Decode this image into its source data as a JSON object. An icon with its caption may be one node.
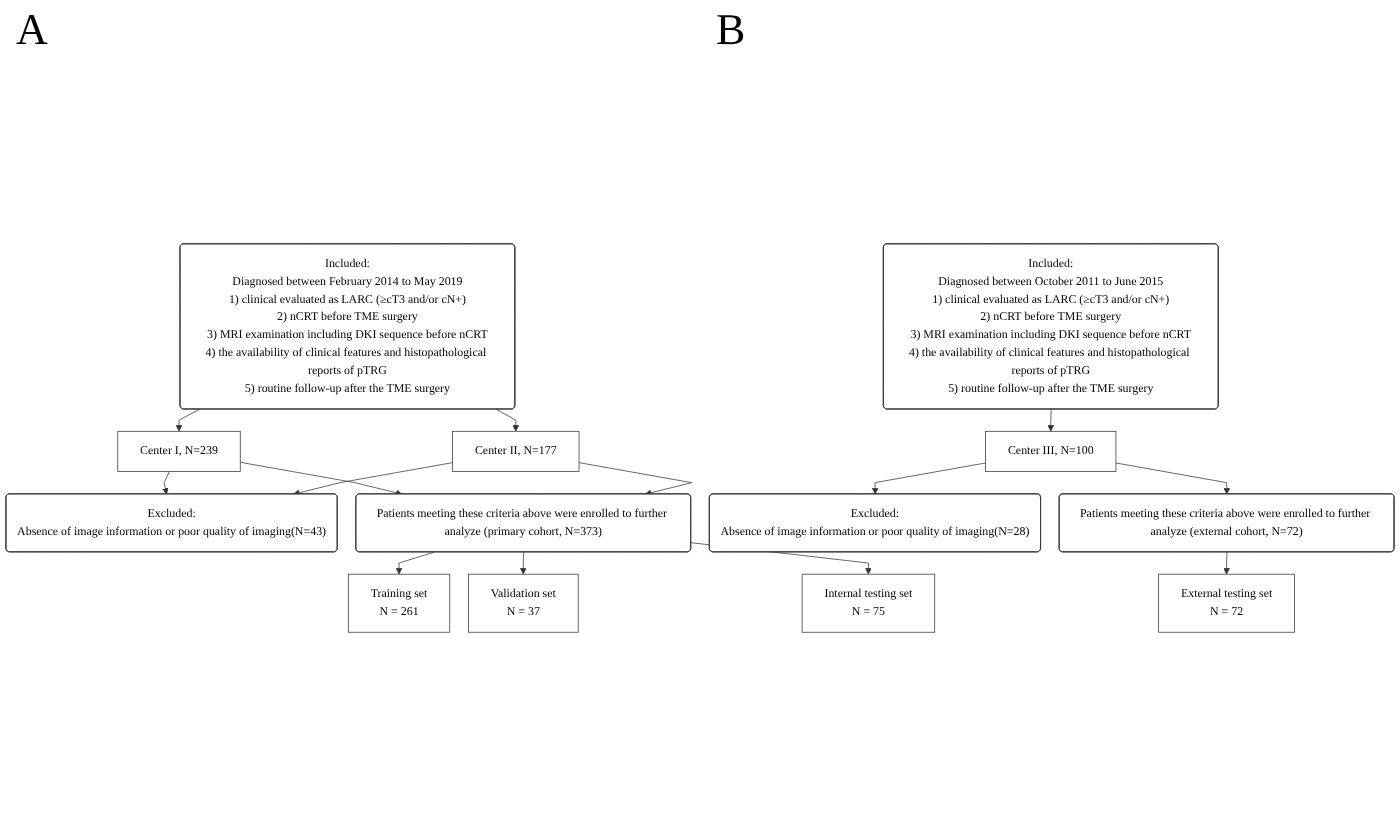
{
  "diagram": {
    "nodes": [
      {
        "text": [
          "Included:",
          "Diagnosed between February 2014 to May 2019",
          "1) clinical evaluated as LARC (≥cT3 and/or cN+)",
          "2) nCRT before TME surgery",
          "3) MRI examination including DKI sequence before nCRT",
          "4) the availability of clinical features and histopathological reports of pTRG",
          "5) routine follow-up after the TME surgery"
        ]
      },
      {
        "text": [
          "Center I, N=239"
        ]
      },
      {
        "text": [
          "Center II, N=177"
        ]
      },
      {
        "text": [
          "Excluded:",
          "Absence of image information or poor quality of imaging(N=43)"
        ]
      },
      {
        "text": [
          "Patients meeting these criteria above were enrolled to further analyze (primary cohort, N=373)"
        ]
      },
      {
        "text": [
          "Training set",
          "N = 261"
        ]
      },
      {
        "text": [
          "Validation set",
          "N = 37"
        ]
      },
      {
        "text": [
          "Internal testing set",
          "N = 75"
        ]
      },
      {
        "text": [
          "Included:",
          "Diagnosed between October 2011 to June 2015",
          "1) clinical evaluated as LARC (≥cT3 and/or cN+)",
          "2) nCRT before TME surgery",
          "3) MRI examination including DKI sequence before nCRT",
          "4) the availability of clinical features and histopathological reports of pTRG",
          "5) routine follow-up after the TME surgery"
        ]
      },
      {
        "text": [
          "Center III, N=100"
        ]
      },
      {
        "text": [
          "Excluded:",
          "Absence of image information or poor quality of imaging(N=28)"
        ]
      },
      {
        "text": [
          "Patients meeting these criteria above were enrolled to further analyze (external cohort, N=72)"
        ]
      },
      {
        "text": [
          "External testing set",
          "N = 72"
        ]
      }
    ],
    "edges": [
      {
        "from": 0,
        "to": 1,
        "arrow": "to"
      },
      {
        "from": 0,
        "to": 2,
        "arrow": "to"
      },
      {
        "from": 1,
        "to": 3,
        "arrow": "to"
      },
      {
        "from": 2,
        "to": 3,
        "arrow": "to"
      },
      {
        "from": 1,
        "to": 4,
        "arrow": "to"
      },
      {
        "from": 2,
        "to": 4,
        "arrow": "to"
      },
      {
        "from": 4,
        "to": 5,
        "arrow": "to"
      },
      {
        "from": 4,
        "to": 6,
        "arrow": "to"
      },
      {
        "from": 4,
        "to": 7,
        "arrow": "to"
      },
      {
        "from": 8,
        "to": 9,
        "arrow": "to"
      },
      {
        "from": 9,
        "to": 10,
        "arrow": "to"
      },
      {
        "from": 9,
        "to": 11,
        "arrow": "to"
      },
      {
        "from": 11,
        "to": 12,
        "arrow": "to"
      }
    ],
    "labels": [
      "A",
      "B"
    ]
  }
}
